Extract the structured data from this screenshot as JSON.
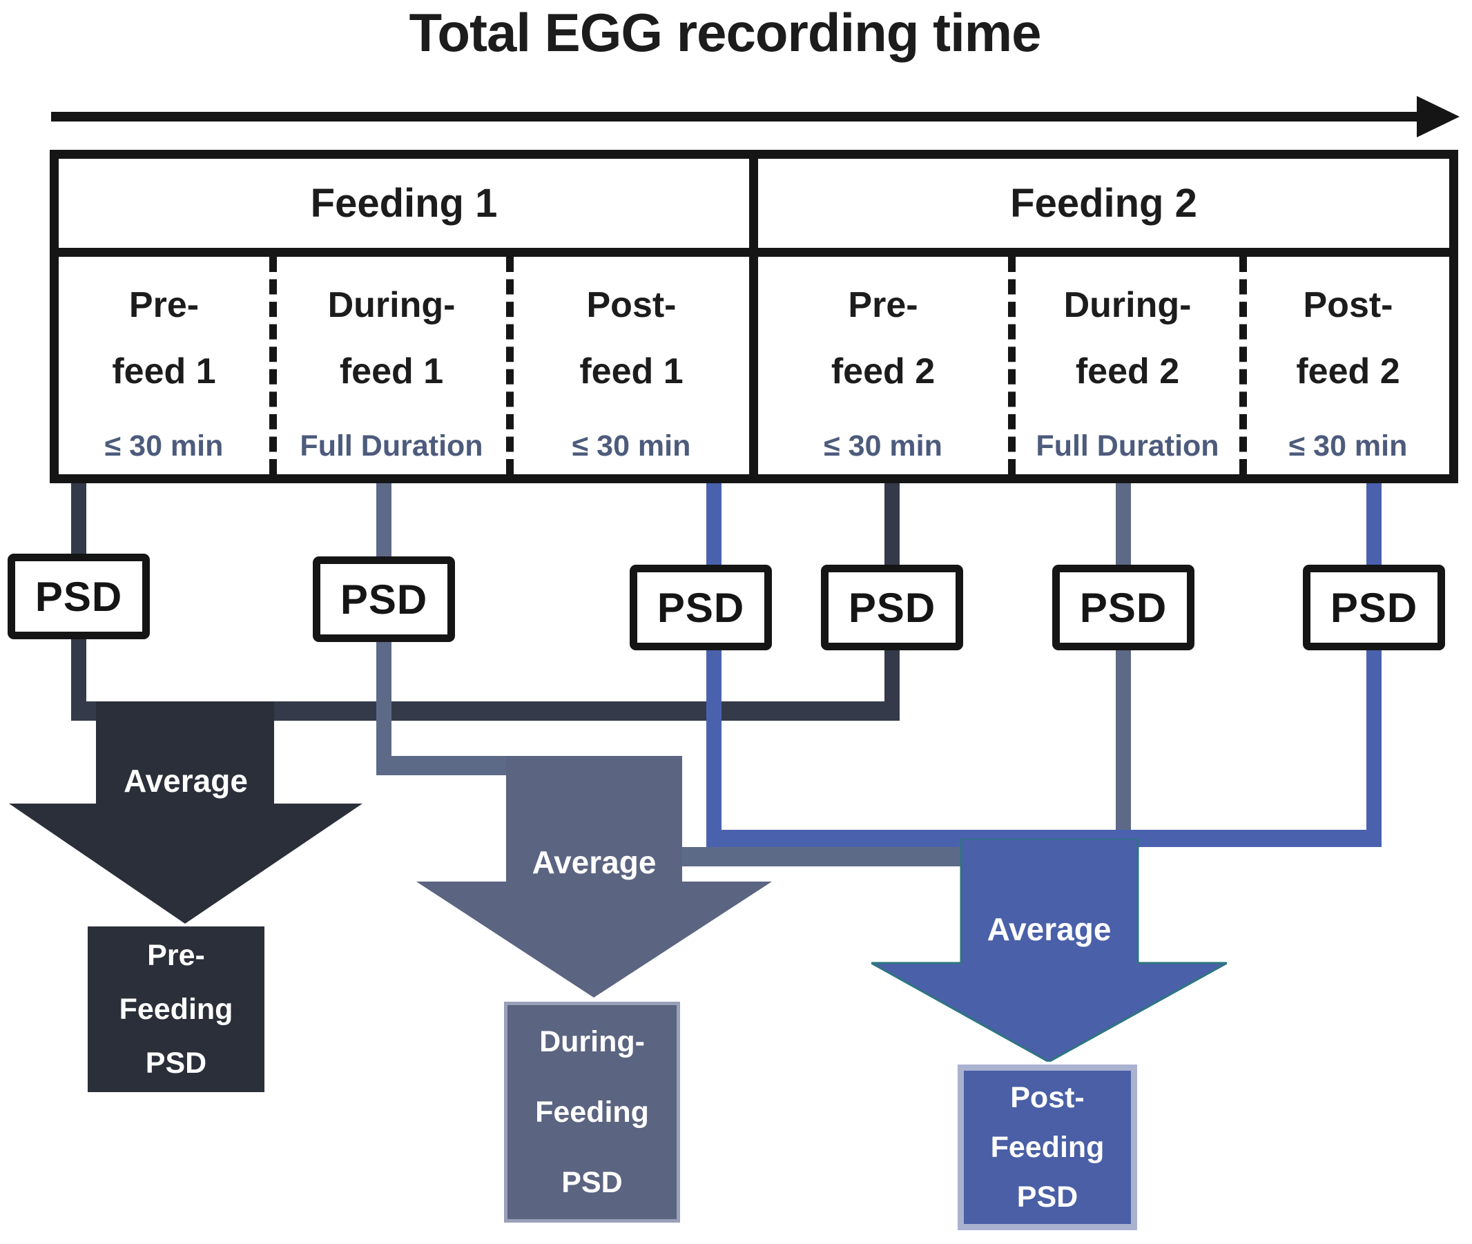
{
  "title": "Total EGG recording time",
  "table": {
    "feedings": [
      {
        "label": "Feeding 1",
        "columns": [
          {
            "title_lines": [
              "Pre-",
              "feed 1"
            ],
            "duration": "≤ 30 min"
          },
          {
            "title_lines": [
              "During-",
              "feed 1"
            ],
            "duration": "Full Duration"
          },
          {
            "title_lines": [
              "Post-",
              "feed 1"
            ],
            "duration": "≤ 30 min"
          }
        ]
      },
      {
        "label": "Feeding 2",
        "columns": [
          {
            "title_lines": [
              "Pre-",
              "feed 2"
            ],
            "duration": "≤ 30 min"
          },
          {
            "title_lines": [
              "During-",
              "feed 2"
            ],
            "duration": "Full Duration"
          },
          {
            "title_lines": [
              "Post-",
              "feed 2"
            ],
            "duration": "≤ 30 min"
          }
        ]
      }
    ]
  },
  "psd": {
    "label": "PSD"
  },
  "flows": [
    {
      "id": "pre-feeding",
      "average_label": "Average",
      "result_lines": [
        "Pre-",
        "Feeding",
        "PSD"
      ]
    },
    {
      "id": "during-feeding",
      "average_label": "Average",
      "result_lines": [
        "During-",
        "Feeding",
        "PSD"
      ]
    },
    {
      "id": "post-feeding",
      "average_label": "Average",
      "result_lines": [
        "Post-",
        "Feeding",
        "PSD"
      ]
    }
  ],
  "colors": {
    "dark": "#2b2f3a",
    "dark-line": "#343a49",
    "gray": "#5b6480",
    "gray-line": "#5d6a87",
    "blue": "#4a60a8",
    "blue-line": "#4a62ae",
    "post-box": "#4a5fa5",
    "post-box-border": "#a9b2cf",
    "teal-outline": "#2e7582",
    "duration-text": "#4d5b7c",
    "black": "#151515"
  }
}
